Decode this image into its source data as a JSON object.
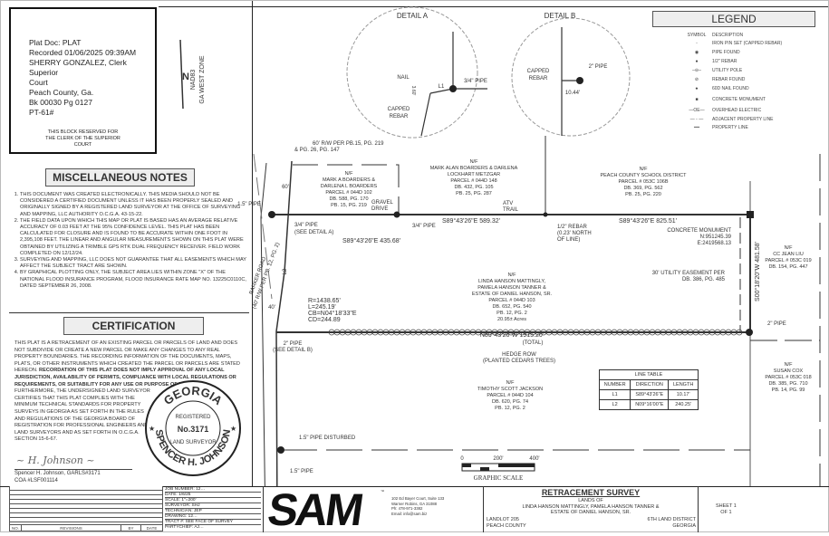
{
  "clerk_block": {
    "lines": [
      "Plat  Doc: PLAT",
      "Recorded 01/06/2025 09:39AM",
      "SHERRY GONZALEZ, Clerk Superior",
      "Court",
      "Peach County, Ga.",
      "Bk 00030 Pg 0127",
      "PT-61#"
    ],
    "reserved": "THIS BLOCK RESERVED FOR THE CLERK OF THE SUPERIOR COURT"
  },
  "north_arrow": {
    "letter": "N",
    "datum": "NAD83",
    "zone": "GA WEST ZONE"
  },
  "misc_notes": {
    "title": "MISCELLANEOUS NOTES",
    "items": [
      "THIS DOCUMENT WAS CREATED ELECTRONICALLY.  THIS MEDIA SHOULD NOT BE CONSIDERED A CERTIFIED DOCUMENT UNLESS IT HAS BEEN PROPERLY SEALED AND ORIGINALLY SIGNED BY A REGISTERED LAND SURVEYOR AT THE OFFICE OF SURVEYING AND MAPPING, LLC  AUTHORITY O.C.G.A. 43-15-22.",
      "THE FIELD DATA UPON WHICH THIS MAP OR PLAT IS BASED HAS AN AVERAGE RELATIVE ACCURACY OF 0.03 FEET AT THE 95% CONFIDENCE LEVEL. THIS PLAT HAS BEEN CALCULATED FOR CLOSURE AND IS FOUND TO BE ACCURATE WITHIN ONE FOOT IN 2,395,108 FEET. THE LINEAR AND ANGULAR MEASUREMENTS SHOWN ON THIS PLAT WERE OBTAINED BY UTILIZING A TRIMBLE GPS RTK DUAL FREQUENCY RECEIVER. FIELD WORK COMPLETED ON 12/12/24.",
      "SURVEYING AND MAPPING, LLC DOES NOT GUARANTEE THAT ALL EASEMENTS WHICH MAY AFFECT THE SUBJECT TRACT ARE SHOWN.",
      "BY GRAPHICAL PLOTTING ONLY, THE SUBJECT AREA LIES WITHIN ZONE \"X\" OF THE NATIONAL FLOOD INSURANCE PROGRAM, FLOOD INSURANCE RATE MAP NO. 13225C0110C, DATED SEPTEMBER 26, 2008."
    ]
  },
  "certification": {
    "title": "CERTIFICATION",
    "text_normal": "THIS PLAT IS A RETRACEMENT OF AN EXISTING PARCEL OR PARCELS OF LAND AND DOES NOT SUBDIVIDE OR CREATE A NEW PARCEL OR MAKE ANY CHANGES TO ANY REAL PROPERTY BOUNDARIES. THE RECORDING INFORMATION OF THE DOCUMENTS, MAPS, PLATS, OR OTHER INSTRUMENTS WHICH CREATED THE PARCEL OR PARCELS ARE STATED HEREON. ",
    "text_bold": "RECORDATION OF THIS PLAT DOES NOT IMPLY APPROVAL OF ANY LOCAL JURISDICTION, AVAILABILITY OF PERMITS, COMPLIANCE WITH LOCAL REGULATIONS OR REQUIREMENTS, OR SUITABILITY FOR ANY USE OR PURPOSE OF THE LAND.",
    "text_end": " FURTHERMORE, THE UNDERSIGNED LAND SURVEYOR CERTIFIES THAT THIS PLAT COMPLIES WITH THE MINIMUM TECHNICAL STANDARDS FOR PROPERTY SURVEYS IN GEORGIA AS SET FORTH IN THE RULES AND REGULATIONS OF THE GEORGIA BOARD OF REGISTRATION FOR PROFESSIONAL ENGINEERS AND LAND SURVEYORS AND AS SET FORTH IN O.C.G.A. SECTION 15-6-67.",
    "signer": "Spencer H. Johnson, GARLS#3171",
    "coa": "COA #LSF001114"
  },
  "seal": {
    "top": "GEORGIA",
    "registered": "REGISTERED",
    "number": "No.3171",
    "middle": "LAND SURVEYOR",
    "bottom": "SPENCER H. JOHNSON"
  },
  "legend": {
    "title": "LEGEND",
    "symbol_header": "SYMBOL",
    "description_header": "DESCRIPTION",
    "items": [
      "IRON PIN SET (CAPPED REBAR)",
      "PIPE FOUND",
      "1/2\" REBAR",
      "UTILITY POLE",
      "REBAR FOUND",
      "60D NAIL FOUND",
      "CONCRETE MONUMENT",
      "OVERHEAD ELECTRIC",
      "ADJACENT PROPERTY LINE",
      "PROPERTY LINE"
    ],
    "oe": "OE"
  },
  "detail_a": {
    "title": "DETAIL A",
    "nail": "NAIL",
    "pipe": "3/4\" PIPE",
    "l1": "L1",
    "capped": "CAPPED",
    "rebar": "REBAR",
    "dim": "3.60'"
  },
  "detail_b": {
    "title": "DETAIL B",
    "capped": "CAPPED",
    "rebar": "REBAR",
    "pipe": "2\" PIPE",
    "dim": "10.44'"
  },
  "plat": {
    "row": [
      "60' R/W PER PB.15, PG. 219",
      "& PG. 26, PG. 147"
    ],
    "sixty": "60'",
    "forty": "40'",
    "parcel_boarders": [
      "N/F",
      "MARK A BOARDERS &",
      "DARLENA L BOARDERS",
      "PARCEL # 044D 102",
      "DB. 588, PG. 170",
      "PB. 15, PG. 219"
    ],
    "parcel_metzgar": [
      "N/F",
      "MARK ALAN BOARDERS & DARLENA",
      "LOCKHART METZGAR",
      "PARCEL # 044D 148",
      "DB. 432, PG. 105",
      "PB. 25, PG. 287"
    ],
    "parcel_school": [
      "N/F",
      "PEACH COUNTY SCHOOL DISTRICT",
      "PARCEL # 053C 106B",
      "DB. 369, PG. 562",
      "PB. 25, PG. 220"
    ],
    "parcel_subject": [
      "N/F",
      "LINDA HANSON MATTINGLY,",
      "PAMELA HANSON TANNER &",
      "ESTATE OF DANIEL HANSON, SR.",
      "PARCEL # 044D 103",
      "DB. 652, PG. 540",
      "PB. 12, PG. 2",
      "20.95± Acres"
    ],
    "parcel_liu": [
      "N/F",
      "CC JEAN LIU",
      "PARCEL # 053C 019",
      "DB. 154, PG. 447"
    ],
    "parcel_cox": [
      "N/F",
      "SUSAN COX",
      "PARCEL # 053C 018",
      "DB. 385, PG. 710",
      "PB. 14, PG. 99"
    ],
    "parcel_jackson": [
      "N/F",
      "TIMOTHY SCOTT JACKSON",
      "PARCEL # 044D 104",
      "DB. 620, PG. 74",
      "PB. 12, PG. 2"
    ],
    "pipe_15": "1.5\" PIPE",
    "pipe_34a": [
      "3/4\" PIPE",
      "(SEE DETAIL A)"
    ],
    "pipe_34b": "3/4\" PIPE",
    "gravel": [
      "GRAVEL",
      "DRIVE"
    ],
    "atv": [
      "ATV",
      "TRAIL"
    ],
    "bearing_1": "S89°43'26\"E  435.68'",
    "bearing_2": "S89°43'26\"E  589.32'",
    "bearing_3": "S89°43'26\"E  825.51'",
    "rebar_half": [
      "1/2\" REBAR",
      "(0.23' NORTH",
      "OF LINE)"
    ],
    "monument": [
      "CONCRETE MONUMENT",
      "N:951245.39",
      "E:2419568.13"
    ],
    "east_bearing": "S00°18'20\"W  481.58'",
    "easement": [
      "30' UTILITY EASEMENT PER",
      "DB. 386, PG. 485"
    ],
    "pipe_2_east": "2\" PIPE",
    "road": [
      "BARKER ROAD",
      "(40' R/W PER PB. 12, PG. 2)"
    ],
    "l2": "L2",
    "curve": [
      "R=1438.65'",
      "L=245.19'",
      "CB=N04°18'33\"E",
      "CD=244.89"
    ],
    "pipe_2_west": [
      "2\" PIPE",
      "(SEE DETAIL B)"
    ],
    "south_bearing": [
      "N89°43'26\"W  1915.20'",
      "(TOTAL)"
    ],
    "hedge": [
      "HEDGE ROW",
      "(PLANTED CEDARS TREES)"
    ],
    "pipe_disturbed": "1.5\" PIPE DISTURBED",
    "pipe_15_bottom": "1.5\" PIPE"
  },
  "line_table": {
    "title": "LINE TABLE",
    "headers": [
      "NUMBER",
      "DIRECTION",
      "LENGTH"
    ],
    "rows": [
      [
        "L1",
        "S89°43'26\"E",
        "10.17'"
      ],
      [
        "L2",
        "N09°16'00\"E",
        "240.25'"
      ]
    ]
  },
  "graphic_scale": {
    "ticks": [
      "0",
      "200'",
      "400'"
    ],
    "label": "GRAPHIC SCALE"
  },
  "revisions": {
    "no": "NO.",
    "revisions": "REVISIONS",
    "by": "BY",
    "date": "DATE"
  },
  "job_info": [
    "JOB NUMBER: 12…",
    "DATE: 1/6/25",
    "SCALE: 1\"=200'",
    "SURVEYOR: SHJ",
    "TECHNICIAN: JEP",
    "DRAWING: 12…",
    "TRACT #: SEE FACE OF SURVEY",
    "PARTYCHIEF: AJ…"
  ],
  "company": {
    "logo": "SAM",
    "tm": "™",
    "address": [
      "102 Ed Bayer Court, Suite 133",
      "Warner Robins, GA 31088",
      "Ph: 478-971-3382",
      "Email: info@sam.biz"
    ]
  },
  "title_block": {
    "title": "RETRACEMENT SURVEY",
    "lands_of": "LANDS OF",
    "owners_1": "LINDA HANSON MATTINGLY, PAMELA HANSON TANNER &",
    "owners_2": "ESTATE OF DANIEL HANSON, SR.",
    "landlot": "LANDLOT 205",
    "county": "PEACH COUNTY",
    "district": "6TH LAND DISTRICT",
    "state": "GEORGIA"
  },
  "sheet": {
    "line1": "SHEET 1",
    "line2": "OF 1"
  }
}
